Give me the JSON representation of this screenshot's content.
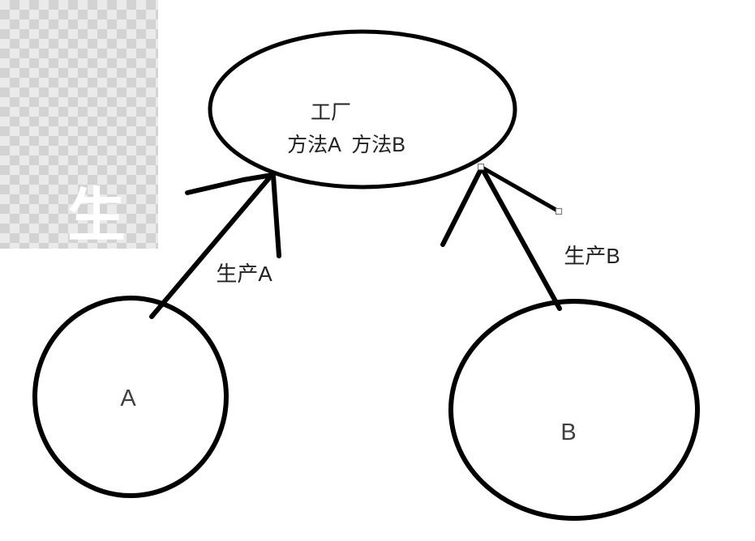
{
  "colors": {
    "canvas_bg": "#ffffff",
    "stroke": "#000000",
    "label_text": "#222222",
    "node_text": "#404040",
    "checker_light": "#eaeaea",
    "checker_dark": "#d3d3d3",
    "ghost_text": "#ffffff",
    "handle_fill": "#fdfdfd",
    "handle_border": "#7a7a7a"
  },
  "factory_node": {
    "title": "工厂",
    "methods": "方法A  方法B"
  },
  "product_a_node": {
    "label": "A"
  },
  "product_b_node": {
    "label": "B"
  },
  "edges": {
    "produce_a_label": "生产A",
    "produce_b_label": "生产B"
  },
  "ghost_glyph": {
    "text": "生"
  }
}
